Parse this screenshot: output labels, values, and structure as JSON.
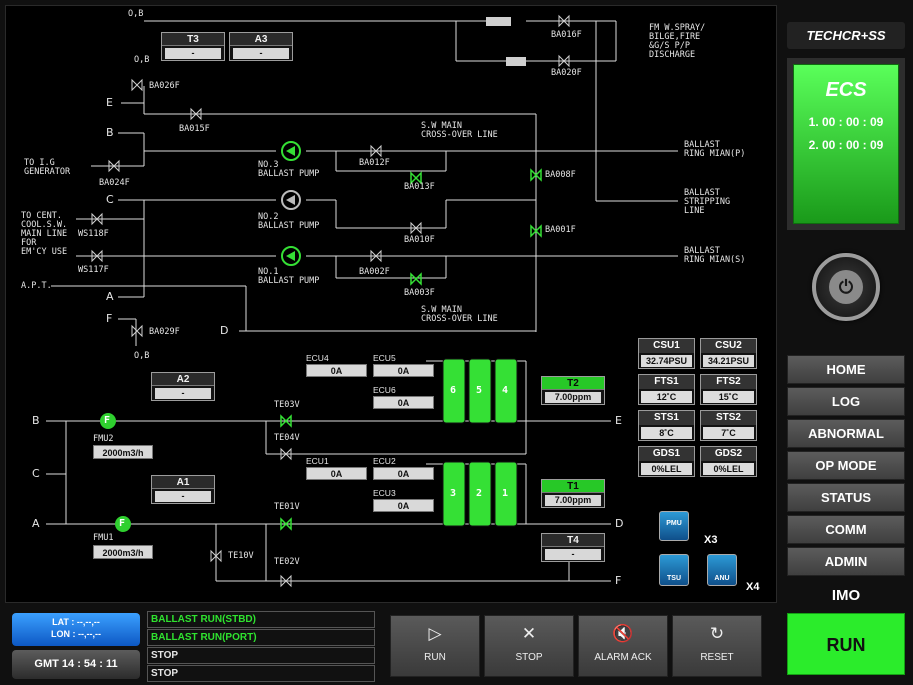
{
  "brand": {
    "logo_text": "TECHCR+SS",
    "ecs": "ECS",
    "timers": [
      "1. 00 : 00 : 09",
      "2. 00 : 00 : 09"
    ]
  },
  "nav": {
    "items": [
      "HOME",
      "LOG",
      "ABNORMAL",
      "OP MODE",
      "STATUS",
      "COMM",
      "ADMIN"
    ],
    "imo": "IMO",
    "run": "RUN"
  },
  "status": {
    "lat": "LAT : --,--,--",
    "lon": "LON : --,--,--",
    "gmt": "GMT  14 : 54 : 11"
  },
  "modes": [
    "BALLAST RUN(STBD)",
    "BALLAST RUN(PORT)",
    "STOP",
    "STOP"
  ],
  "controls": [
    {
      "label": "RUN",
      "icon": "▷"
    },
    {
      "label": "STOP",
      "icon": "✕"
    },
    {
      "label": "ALARM ACK",
      "icon": "🔇"
    },
    {
      "label": "RESET",
      "icon": "↻"
    }
  ],
  "tanks": {
    "T3": {
      "title": "T3",
      "value": "-"
    },
    "A3": {
      "title": "A3",
      "value": "-"
    },
    "A2": {
      "title": "A2",
      "value": "-"
    },
    "A1": {
      "title": "A1",
      "value": "-"
    },
    "T4": {
      "title": "T4",
      "value": "-"
    },
    "T2": {
      "title": "T2",
      "value": "7.00ppm"
    },
    "T1": {
      "title": "T1",
      "value": "7.00ppm"
    }
  },
  "ecu": [
    {
      "name": "ECU4",
      "value": "0A"
    },
    {
      "name": "ECU5",
      "value": "0A"
    },
    {
      "name": "ECU6",
      "value": "0A"
    },
    {
      "name": "ECU1",
      "value": "0A"
    },
    {
      "name": "ECU2",
      "value": "0A"
    },
    {
      "name": "ECU3",
      "value": "0A"
    }
  ],
  "sensors": [
    {
      "name": "CSU1",
      "value": "32.74PSU"
    },
    {
      "name": "CSU2",
      "value": "34.21PSU"
    },
    {
      "name": "FTS1",
      "value": "12˚C"
    },
    {
      "name": "FTS2",
      "value": "15˚C"
    },
    {
      "name": "STS1",
      "value": "8˚C"
    },
    {
      "name": "STS2",
      "value": "7˚C"
    },
    {
      "name": "GDS1",
      "value": "0%LEL"
    },
    {
      "name": "GDS2",
      "value": "0%LEL"
    }
  ],
  "flow": {
    "fmu2": "FMU2",
    "fmu2_value": "2000m3/h",
    "fmu1": "FMU1",
    "fmu1_value": "2000m3/h",
    "f": "F"
  },
  "units": {
    "pmu": "PMU",
    "tsu": "TSU",
    "anu": "ANU",
    "x3": "X3",
    "x4": "X4"
  },
  "reactors_top": [
    "6",
    "5",
    "4"
  ],
  "reactors_bot": [
    "3",
    "2",
    "1"
  ],
  "labels": {
    "ob1": "O,B",
    "ob2": "O,B",
    "ob3": "O,B",
    "ba016f": "BA016F",
    "ba020f": "BA020F",
    "fm_spray": "FM W.SPRAY/\nBILGE,FIRE\n&G/S P/P\nDISCHARGE",
    "ba026f": "BA026F",
    "ba015f": "BA015F",
    "sw_main_top": "S.W MAIN\nCROSS-OVER LINE",
    "sw_main_bot": "S.W MAIN\nCROSS-OVER LINE",
    "to_ig": "TO I.G\nGENERATOR",
    "ba024f": "BA024F",
    "no3": "NO.3\nBALLAST PUMP",
    "no2": "NO.2\nBALLAST PUMP",
    "no1": "NO.1\nBALLAST PUMP",
    "ba012f": "BA012F",
    "ba013f": "BA013F",
    "ba008f": "BA008F",
    "ba010f": "BA010F",
    "ba001f": "BA001F",
    "ba002f": "BA002F",
    "ba003f": "BA003F",
    "ba029f": "BA029F",
    "to_cent": "TO CENT.\nCOOL.S.W.\nMAIN LINE\nFOR\nEM'CY USE",
    "ws118f": "WS118F",
    "ws117f": "WS117F",
    "apt": "A.P.T.",
    "ring_p": "BALLAST\nRING MIAN(P)",
    "stripping": "BALLAST\nSTRIPPING\nLINE",
    "ring_s": "BALLAST\nRING MIAN(S)",
    "te03v": "TE03V",
    "te04v": "TE04V",
    "te01v": "TE01V",
    "te02v": "TE02V",
    "te10v": "TE10V"
  },
  "ends": {
    "E": "E",
    "B": "B",
    "C": "C",
    "A": "A",
    "F": "F",
    "D": "D"
  }
}
